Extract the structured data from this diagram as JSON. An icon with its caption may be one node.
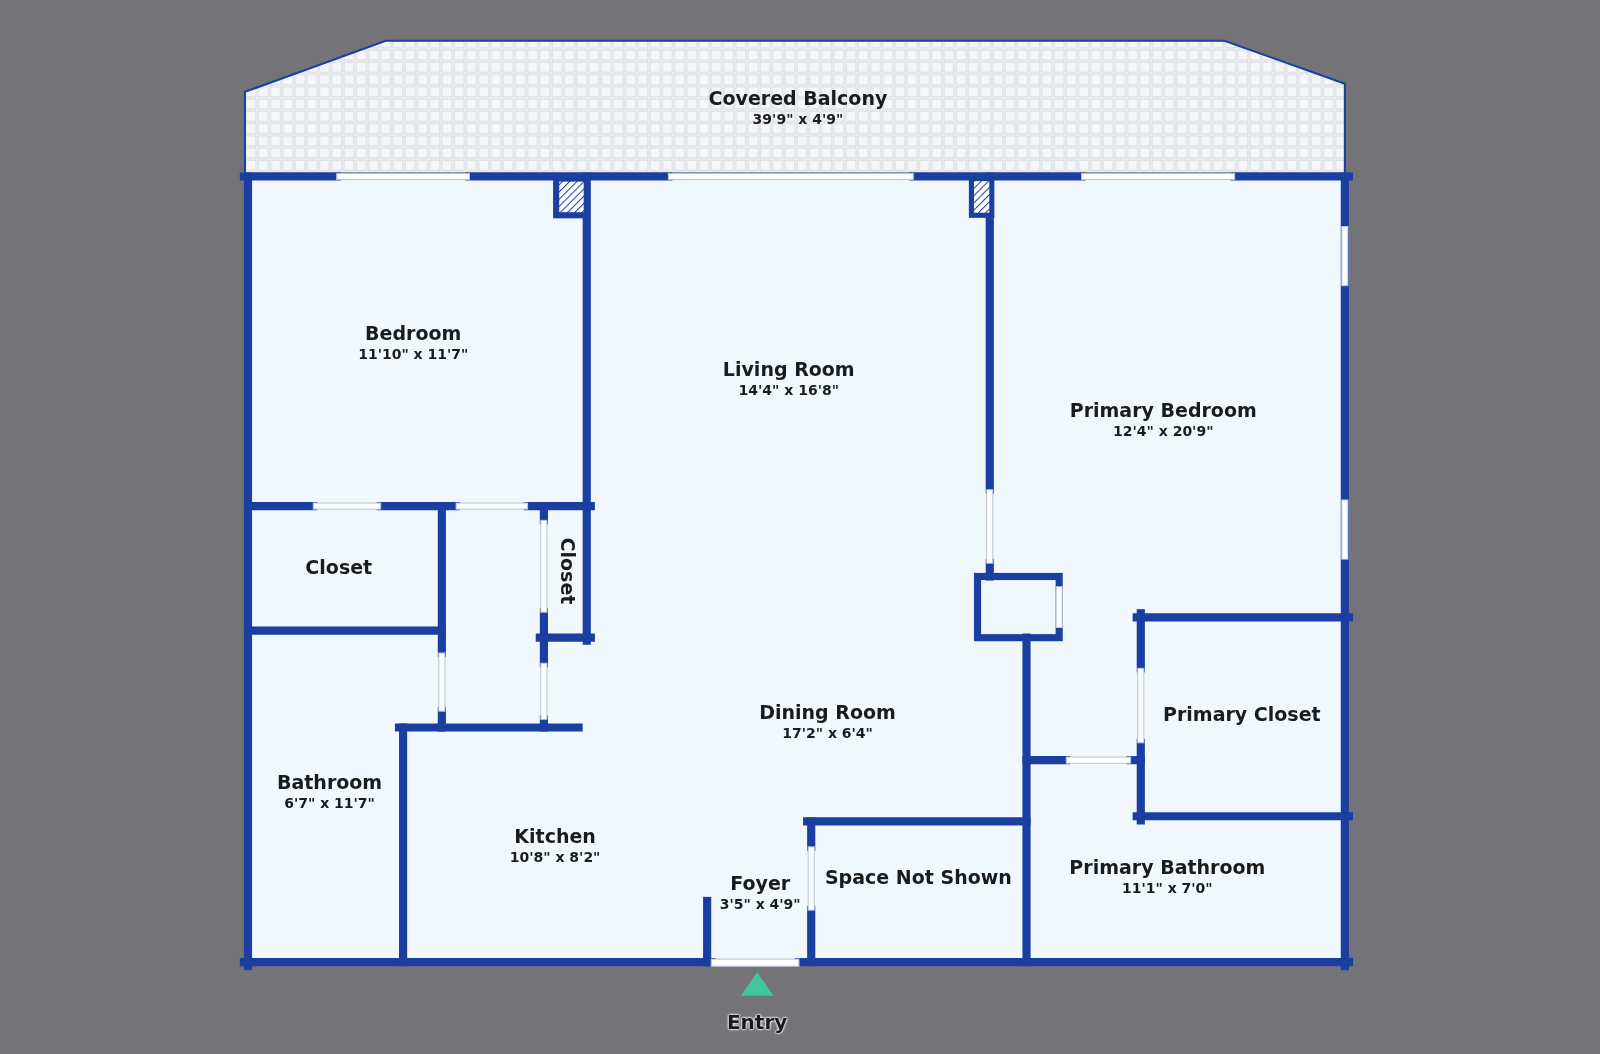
{
  "diagram": {
    "nodes": [
      {
        "text": [
          "Covered Balcony",
          "39'9\" x 4'9\""
        ]
      },
      {
        "text": [
          "Bedroom",
          "11'10\" x 11'7\""
        ]
      },
      {
        "text": [
          "Living Room",
          "14'4\" x 16'8\""
        ]
      },
      {
        "text": [
          "Primary Bedroom",
          "12'4\" x 20'9\""
        ]
      },
      {
        "text": [
          "Closet"
        ]
      },
      {
        "text": [
          "Closet"
        ]
      },
      {
        "text": [
          "Dining Room",
          "17'2\" x 6'4\""
        ]
      },
      {
        "text": [
          "Primary Closet"
        ]
      },
      {
        "text": [
          "Bathroom",
          "6'7\" x 11'7\""
        ]
      },
      {
        "text": [
          "Kitchen",
          "10'8\" x 8'2\""
        ]
      },
      {
        "text": [
          "Foyer",
          "3'5\" x 4'9\""
        ]
      },
      {
        "text": [
          "Space Not Shown"
        ]
      },
      {
        "text": [
          "Primary Bathroom",
          "11'1\" x 7'0\""
        ]
      }
    ],
    "labels": [
      "Entry"
    ]
  }
}
